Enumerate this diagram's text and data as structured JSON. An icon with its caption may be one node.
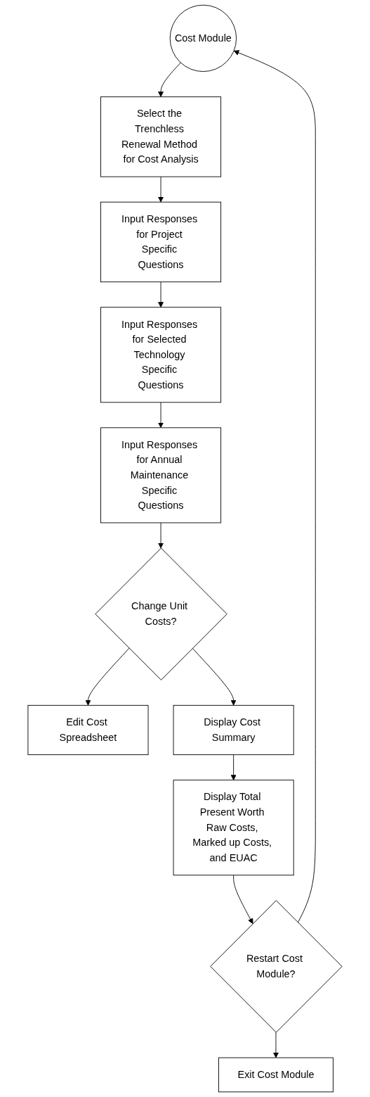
{
  "diagram": {
    "nodes": [
      {
        "text": [
          "Cost Module"
        ]
      },
      {
        "text": [
          "Select the Trenchless Renewal Method for Cost Analysis"
        ]
      },
      {
        "text": [
          "Input Responses for Project Specific Questions"
        ]
      },
      {
        "text": [
          "Input Responses for Selected Technology Specific Questions"
        ]
      },
      {
        "text": [
          "Input Responses for Annual Maintenance Specific Questions"
        ]
      },
      {
        "text": [
          "Change Unit Costs?"
        ]
      },
      {
        "text": [
          "Edit Cost Spreadsheet"
        ]
      },
      {
        "text": [
          "Display Cost Summary"
        ]
      },
      {
        "text": [
          "Display Total Present Worth Raw Costs, Marked up Costs, and EUAC"
        ]
      },
      {
        "text": [
          "Restart Cost Module?"
        ]
      },
      {
        "text": [
          "Exit Cost Module"
        ]
      }
    ],
    "edges": [
      {
        "from": 0,
        "to": 1,
        "arrow": "to"
      },
      {
        "from": 1,
        "to": 2,
        "arrow": "to"
      },
      {
        "from": 2,
        "to": 3,
        "arrow": "to"
      },
      {
        "from": 3,
        "to": 4,
        "arrow": "to"
      },
      {
        "from": 4,
        "to": 5,
        "arrow": "to"
      },
      {
        "from": 5,
        "to": 6,
        "arrow": "to"
      },
      {
        "from": 5,
        "to": 7,
        "arrow": "to"
      },
      {
        "from": 7,
        "to": 8,
        "arrow": "to"
      },
      {
        "from": 8,
        "to": 9,
        "arrow": "to"
      },
      {
        "from": 9,
        "to": 0,
        "arrow": "to"
      },
      {
        "from": 9,
        "to": 10,
        "arrow": "to"
      }
    ]
  }
}
